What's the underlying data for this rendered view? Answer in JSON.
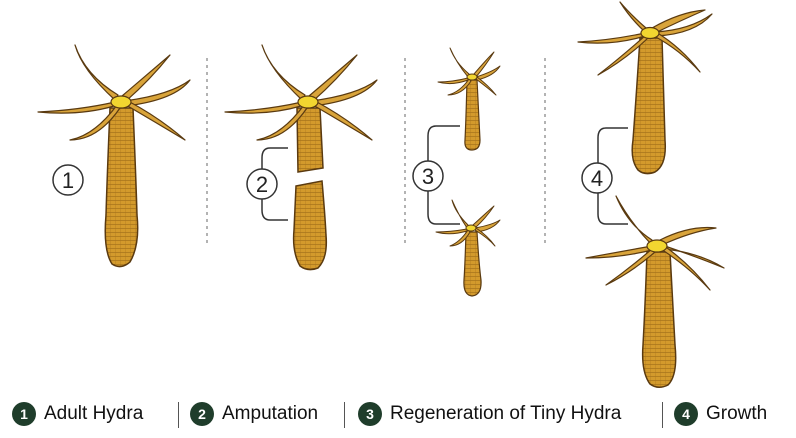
{
  "diagram": {
    "steps": [
      {
        "number": "1",
        "caption": "Adult Hydra"
      },
      {
        "number": "2",
        "caption": "Amputation"
      },
      {
        "number": "3",
        "caption": "Regeneration of Tiny Hydra"
      },
      {
        "number": "4",
        "caption": "Growth"
      }
    ]
  },
  "colors": {
    "tentacle": "#d9a43a",
    "tentacle_outline": "#5a3a10",
    "body": "#d39a2c",
    "body_dark": "#8a5a12",
    "hypostome": "#f2d630",
    "legend_badge": "#1f3d2b",
    "divider": "#9a9a9a"
  }
}
